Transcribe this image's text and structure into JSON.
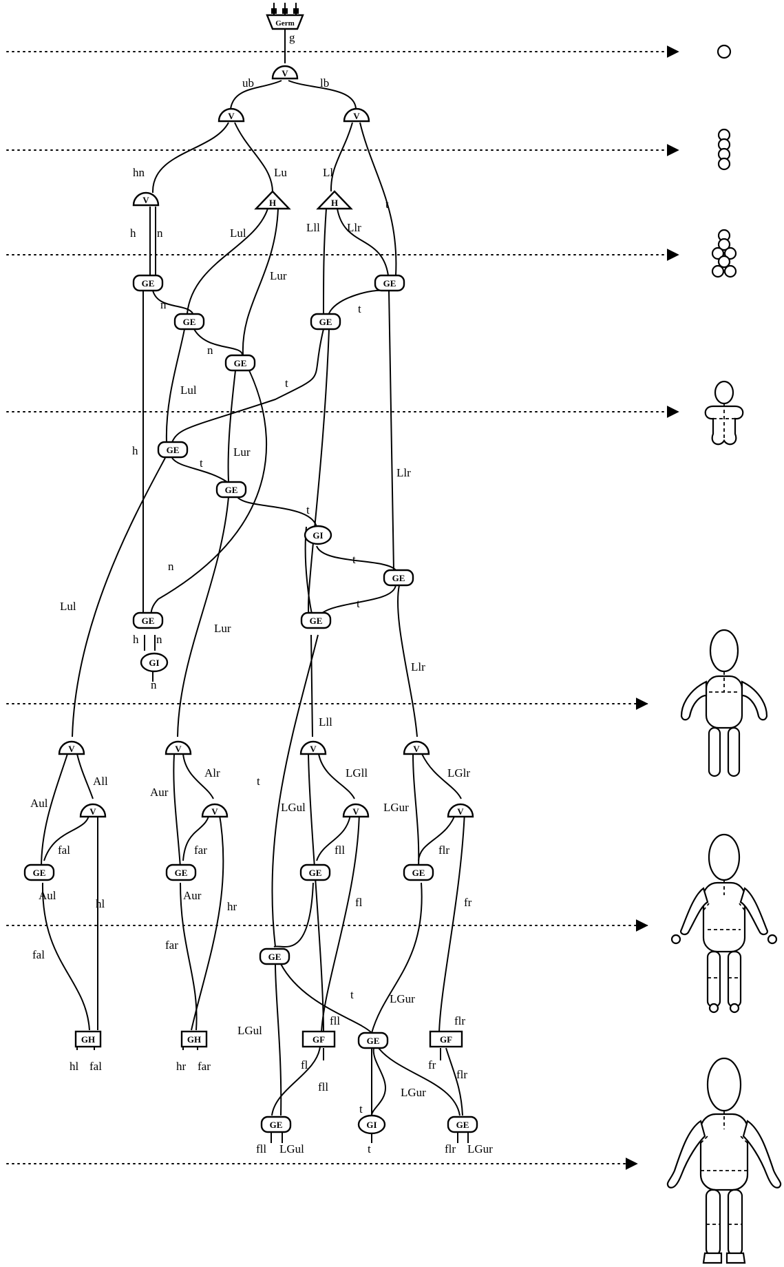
{
  "nodes": {
    "germ": "Germ",
    "v": "V",
    "h": "H",
    "ge": "GE",
    "gi": "GI",
    "gh": "GH",
    "gf": "GF"
  },
  "labels": {
    "g": "g",
    "ub": "ub",
    "lb": "lb",
    "hn": "hn",
    "lu": "Lu",
    "ll": "Ll",
    "t": "t",
    "h": "h",
    "n": "n",
    "lul": "Lul",
    "lur": "Lur",
    "lll": "Lll",
    "llr": "Llr",
    "aul": "Aul",
    "all": "All",
    "aur": "Aur",
    "alr": "Alr",
    "lgll": "LGll",
    "lglr": "LGlr",
    "lgul": "LGul",
    "lgur": "LGur",
    "fal": "fal",
    "far": "far",
    "fll": "fll",
    "flr": "flr",
    "hl": "hl",
    "hr": "hr",
    "fl": "fl",
    "fr": "fr"
  }
}
